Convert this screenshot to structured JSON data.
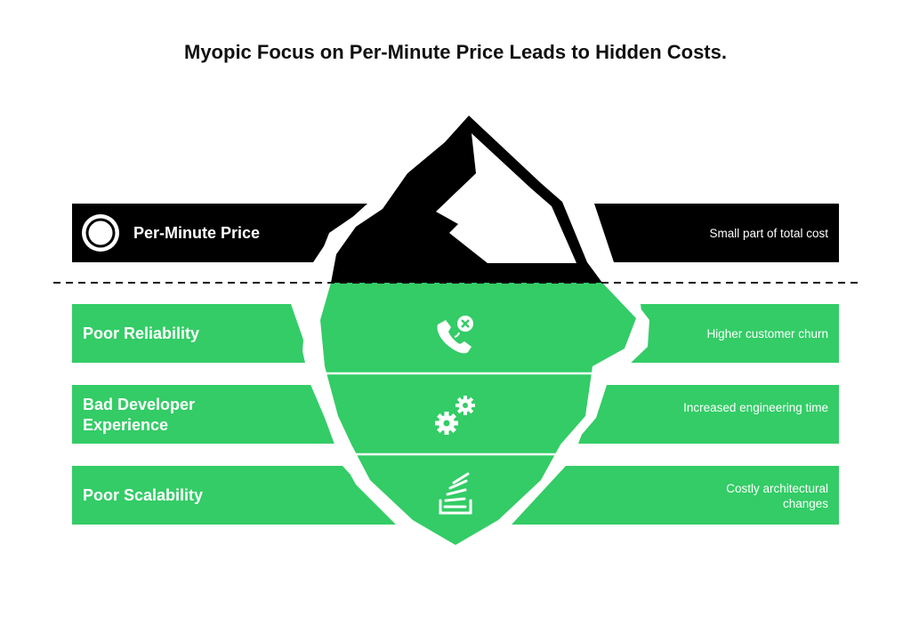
{
  "title": "Myopic Focus on Per-Minute Price Leads to Hidden Costs.",
  "colors": {
    "black": "#000000",
    "green": "#33cc66",
    "white": "#ffffff",
    "text": "#111111"
  },
  "top_row": {
    "label": "Per-Minute Price",
    "description": "Small part of total cost",
    "icon": "circle-target-icon"
  },
  "rows": [
    {
      "label": "Poor Reliability",
      "description": "Higher customer churn",
      "icon": "phone-x-icon"
    },
    {
      "label": "Bad Developer Experience",
      "description": "Increased engineering time",
      "icon": "gears-icon"
    },
    {
      "label": "Poor Scalability",
      "description": "Costly architectural changes",
      "icon": "stack-icon"
    }
  ]
}
